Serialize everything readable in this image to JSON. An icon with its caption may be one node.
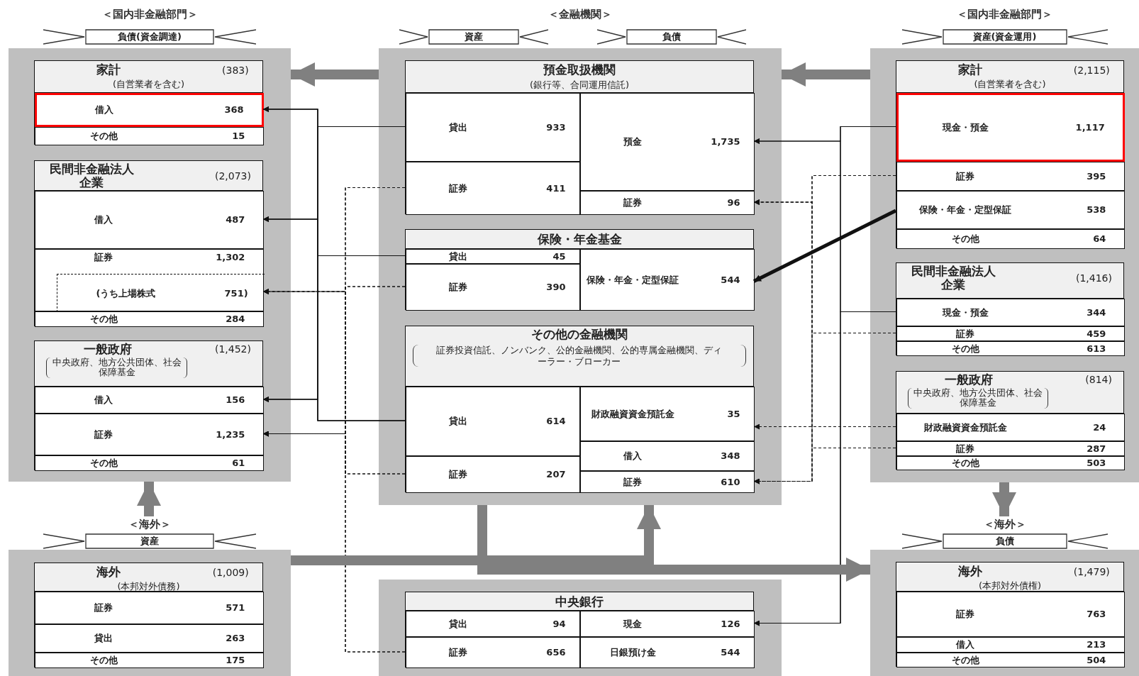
{
  "diagram": {
    "nodes": [
      {
        "text": [
          "＜国内非金融部門＞",
          "負債(資金調達)"
        ]
      },
      {
        "text": [
          "家計",
          "(383)",
          "(自営業者を含む)"
        ],
        "in": 0
      },
      {
        "text": [
          "借入",
          "368"
        ],
        "in": 1
      },
      {
        "text": [
          "その他",
          "15"
        ],
        "in": 1
      },
      {
        "text": [
          "民間非金融法人企業",
          "(2,073)"
        ],
        "in": 0
      },
      {
        "text": [
          "借入",
          "487"
        ],
        "in": 4
      },
      {
        "text": [
          "証券",
          "1,302"
        ],
        "in": 4
      },
      {
        "text": [
          "(うち上場株式",
          "751)"
        ],
        "in": 6
      },
      {
        "text": [
          "その他",
          "284"
        ],
        "in": 4
      },
      {
        "text": [
          "一般政府",
          "(1,452)",
          "中央政府、地方公共団体、社会保障基金"
        ],
        "in": 0
      },
      {
        "text": [
          "借入",
          "156"
        ],
        "in": 9
      },
      {
        "text": [
          "証券",
          "1,235"
        ],
        "in": 9
      },
      {
        "text": [
          "その他",
          "61"
        ],
        "in": 9
      },
      {
        "text": [
          "＜金融機関＞",
          "資産",
          "負債"
        ]
      },
      {
        "text": [
          "預金取扱機関",
          "(銀行等、合同運用信託)"
        ],
        "in": 13
      },
      {
        "text": [
          "貸出",
          "933"
        ],
        "in": 14
      },
      {
        "text": [
          "証券",
          "411"
        ],
        "in": 14
      },
      {
        "text": [
          "預金",
          "1,735"
        ],
        "in": 14
      },
      {
        "text": [
          "証券",
          "96"
        ],
        "in": 14
      },
      {
        "text": [
          "保険・年金基金"
        ],
        "in": 13
      },
      {
        "text": [
          "貸出",
          "45"
        ],
        "in": 19
      },
      {
        "text": [
          "証券",
          "390"
        ],
        "in": 19
      },
      {
        "text": [
          "保険・年金・定型保証",
          "544"
        ],
        "in": 19
      },
      {
        "text": [
          "その他の金融機関",
          "証券投資信託、ノンバンク、公的金融機関、公的専属金融機関、ディーラー・ブローカー"
        ],
        "in": 13
      },
      {
        "text": [
          "貸出",
          "614"
        ],
        "in": 23
      },
      {
        "text": [
          "証券",
          "207"
        ],
        "in": 23
      },
      {
        "text": [
          "財政融資資金預託金",
          "35"
        ],
        "in": 23
      },
      {
        "text": [
          "借入",
          "348"
        ],
        "in": 23
      },
      {
        "text": [
          "証券",
          "610"
        ],
        "in": 23
      },
      {
        "text": [
          "＜国内非金融部門＞",
          "資産(資金運用)"
        ]
      },
      {
        "text": [
          "家計",
          "(2,115)",
          "(自営業者を含む)"
        ],
        "in": 29
      },
      {
        "text": [
          "現金・預金",
          "1,117"
        ],
        "in": 30
      },
      {
        "text": [
          "証券",
          "395"
        ],
        "in": 30
      },
      {
        "text": [
          "保険・年金・定型保証",
          "538"
        ],
        "in": 30
      },
      {
        "text": [
          "その他",
          "64"
        ],
        "in": 30
      },
      {
        "text": [
          "民間非金融法人企業",
          "(1,416)"
        ],
        "in": 29
      },
      {
        "text": [
          "現金・預金",
          "344"
        ],
        "in": 35
      },
      {
        "text": [
          "証券",
          "459"
        ],
        "in": 35
      },
      {
        "text": [
          "その他",
          "613"
        ],
        "in": 35
      },
      {
        "text": [
          "一般政府",
          "(814)",
          "中央政府、地方公共団体、社会保障基金"
        ],
        "in": 29
      },
      {
        "text": [
          "財政融資資金預託金",
          "24"
        ],
        "in": 39
      },
      {
        "text": [
          "証券",
          "287"
        ],
        "in": 39
      },
      {
        "text": [
          "その他",
          "503"
        ],
        "in": 39
      },
      {
        "text": [
          "＜海外＞",
          "資産"
        ]
      },
      {
        "text": [
          "海外",
          "(1,009)",
          "(本邦対外債務)"
        ],
        "in": 43
      },
      {
        "text": [
          "証券",
          "571"
        ],
        "in": 44
      },
      {
        "text": [
          "貸出",
          "263"
        ],
        "in": 44
      },
      {
        "text": [
          "その他",
          "175"
        ],
        "in": 44
      },
      {
        "text": [],
        "shape": "box"
      },
      {
        "text": [
          "中央銀行"
        ],
        "in": 48
      },
      {
        "text": [
          "貸出",
          "94"
        ],
        "in": 49
      },
      {
        "text": [
          "証券",
          "656"
        ],
        "in": 49
      },
      {
        "text": [
          "現金",
          "126"
        ],
        "in": 49
      },
      {
        "text": [
          "日銀預け金",
          "544"
        ],
        "in": 49
      },
      {
        "text": [
          "＜海外＞",
          "負債"
        ]
      },
      {
        "text": [
          "海外",
          "(1,479)",
          "(本邦対外債権)"
        ],
        "in": 54
      },
      {
        "text": [
          "証券",
          "763"
        ],
        "in": 55
      },
      {
        "text": [
          "借入",
          "213"
        ],
        "in": 55
      },
      {
        "text": [
          "その他",
          "504"
        ],
        "in": 55
      }
    ],
    "edges": [
      {
        "from": 15,
        "to": 2,
        "arrow": "to"
      },
      {
        "from": 15,
        "to": 5,
        "arrow": "to"
      },
      {
        "from": 15,
        "to": 10,
        "arrow": "to"
      },
      {
        "from": 20,
        "to": 2,
        "arrow": "to"
      },
      {
        "from": 20,
        "to": 5,
        "arrow": "to"
      },
      {
        "from": 20,
        "to": 10,
        "arrow": "to"
      },
      {
        "from": 24,
        "to": 2,
        "arrow": "to"
      },
      {
        "from": 24,
        "to": 5,
        "arrow": "to"
      },
      {
        "from": 24,
        "to": 10,
        "arrow": "to"
      },
      {
        "from": 16,
        "to": 7,
        "arrow": "to",
        "style": "dashed"
      },
      {
        "from": 16,
        "to": 11,
        "arrow": "to",
        "style": "dashed"
      },
      {
        "from": 21,
        "to": 7,
        "arrow": "to",
        "style": "dashed"
      },
      {
        "from": 21,
        "to": 11,
        "arrow": "to",
        "style": "dashed"
      },
      {
        "from": 25,
        "to": 7,
        "arrow": "to",
        "style": "dashed"
      },
      {
        "from": 25,
        "to": 11,
        "arrow": "to",
        "style": "dashed"
      },
      {
        "from": 51,
        "to": 7,
        "arrow": "to",
        "style": "dashed"
      },
      {
        "from": 51,
        "to": 11,
        "arrow": "to",
        "style": "dashed"
      },
      {
        "from": 31,
        "to": 17,
        "arrow": "to"
      },
      {
        "from": 31,
        "to": 52,
        "arrow": "to"
      },
      {
        "from": 36,
        "to": 17,
        "arrow": "to"
      },
      {
        "from": 36,
        "to": 52,
        "arrow": "to"
      },
      {
        "from": 32,
        "to": 18,
        "arrow": "to",
        "style": "dashed"
      },
      {
        "from": 32,
        "to": 28,
        "arrow": "to",
        "style": "dashed"
      },
      {
        "from": 37,
        "to": 18,
        "arrow": "to",
        "style": "dashed"
      },
      {
        "from": 37,
        "to": 28,
        "arrow": "to",
        "style": "dashed"
      },
      {
        "from": 41,
        "to": 18,
        "arrow": "to",
        "style": "dashed"
      },
      {
        "from": 41,
        "to": 28,
        "arrow": "to",
        "style": "dashed"
      },
      {
        "from": 33,
        "to": 22,
        "arrow": "to",
        "style": "thick"
      },
      {
        "from": 40,
        "to": 26,
        "arrow": "to",
        "style": "dashed"
      },
      {
        "from": 13,
        "to": 0,
        "arrow": "to",
        "style": "thick",
        "color": "#808080"
      },
      {
        "from": 29,
        "to": 13,
        "arrow": "to",
        "style": "thick",
        "color": "#808080"
      },
      {
        "from": 43,
        "to": 0,
        "arrow": "to",
        "style": "thick",
        "color": "#808080"
      },
      {
        "from": 29,
        "to": 54,
        "arrow": "to",
        "style": "thick",
        "color": "#808080"
      },
      {
        "from": 43,
        "to": 13,
        "arrow": "to",
        "style": "thick",
        "color": "#808080"
      },
      {
        "from": 13,
        "to": 54,
        "arrow": "to",
        "style": "thick",
        "color": "#808080"
      }
    ]
  }
}
